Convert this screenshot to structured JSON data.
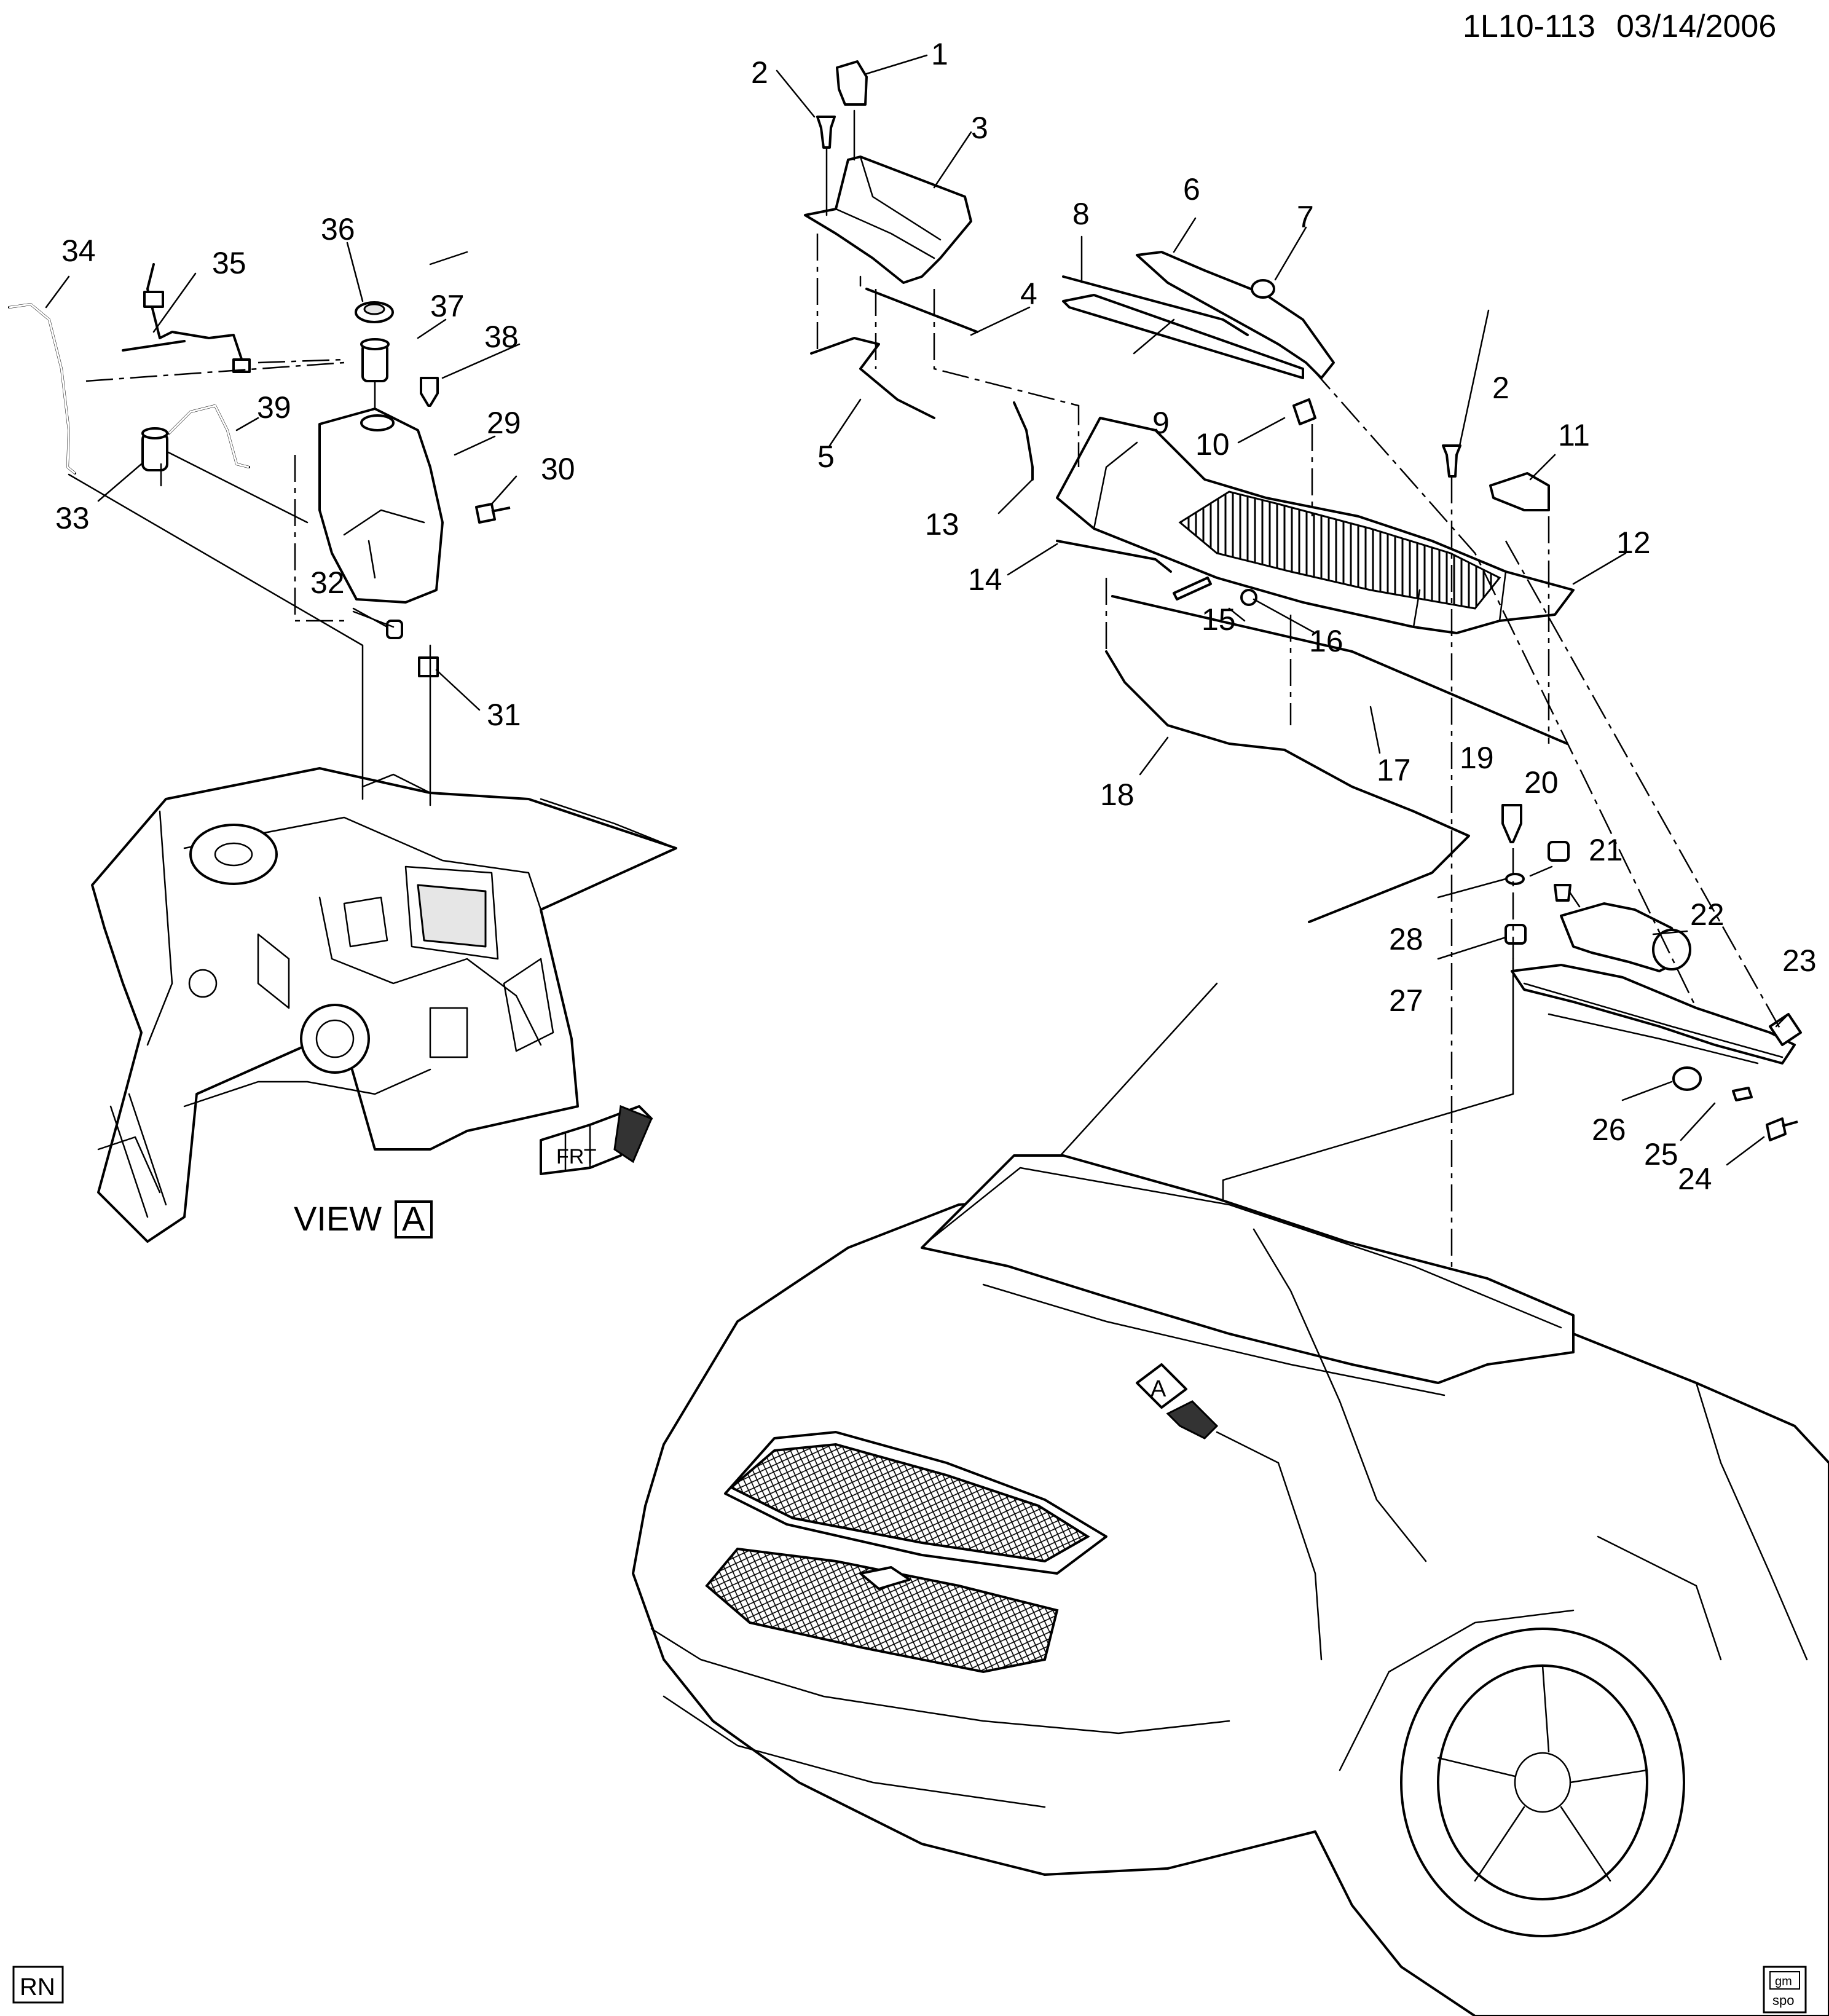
{
  "header": {
    "diagram_id": "1L10-113",
    "date": "03/14/2006"
  },
  "view_label": {
    "text": "VIEW",
    "letter": "A"
  },
  "view_arrow_letter": "A",
  "front_arrow_text": "FRT",
  "corner_code": "RN",
  "gm_logo": {
    "line1": "gm",
    "line2": "spo"
  },
  "callouts": [
    "1",
    "2",
    "3",
    "4",
    "5",
    "6",
    "7",
    "8",
    "9",
    "10",
    "11",
    "12",
    "13",
    "14",
    "15",
    "16",
    "17",
    "18",
    "19",
    "20",
    "21",
    "22",
    "23",
    "24",
    "25",
    "26",
    "27",
    "28",
    "29",
    "30",
    "31",
    "32",
    "33",
    "34",
    "35",
    "36",
    "37",
    "38",
    "39",
    "2"
  ]
}
